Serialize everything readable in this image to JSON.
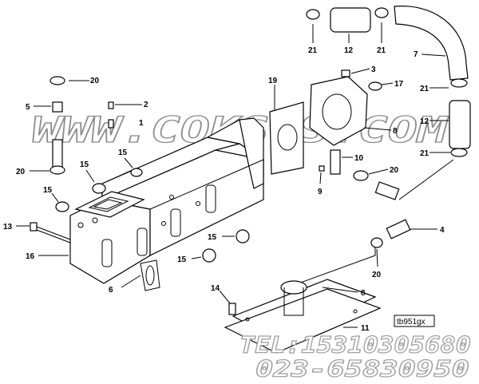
{
  "diagram_id": "tb951gx",
  "watermark": "WWW.CQKSGS.COM",
  "contact": {
    "tel": "TEL:15310305680",
    "phone2": "023-65830950"
  },
  "callouts": {
    "c21a": "21",
    "c12a": "12",
    "c21b": "21",
    "c7": "7",
    "c20a": "20",
    "c5": "5",
    "c2": "2",
    "c1": "1",
    "c3": "3",
    "c17": "17",
    "c19": "19",
    "c8a": "8",
    "c21c": "21",
    "c12b": "12",
    "c21d": "21",
    "c15a": "15",
    "c15b": "15",
    "c20b": "20",
    "c15c": "15",
    "c10": "10",
    "c20c": "20",
    "c9": "9",
    "c13": "13",
    "c15d": "15",
    "c4": "4",
    "c16": "16",
    "c15e": "15",
    "c6": "6",
    "c20d": "20",
    "c14": "14",
    "c8b": "8",
    "c11": "11"
  }
}
